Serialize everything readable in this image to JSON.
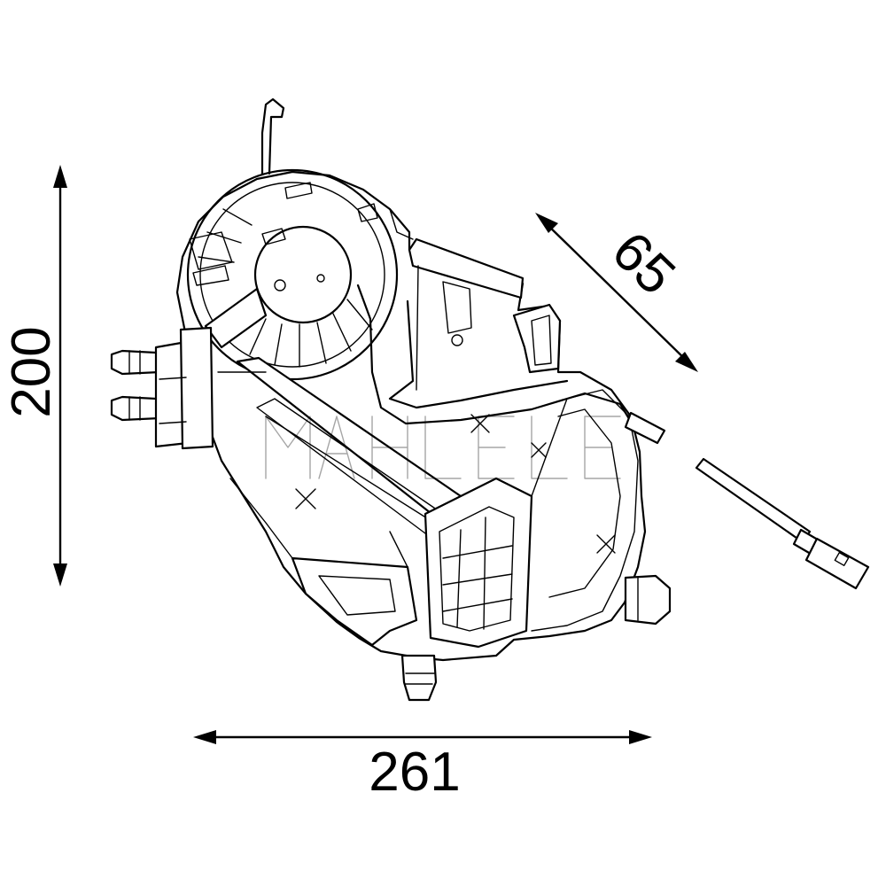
{
  "dimensions": {
    "width_label": "261",
    "height_label": "200",
    "depth_label": "65"
  }
}
